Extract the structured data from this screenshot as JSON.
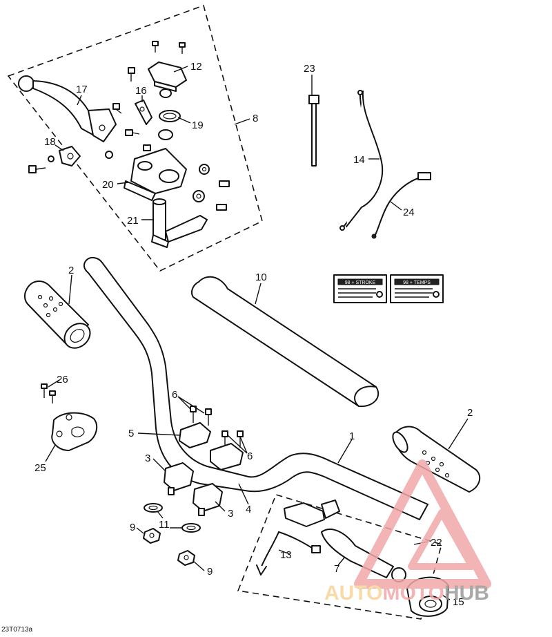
{
  "diagram": {
    "reference_code": "23T0713a",
    "callouts": {
      "c1": "1",
      "c2a": "2",
      "c2b": "2",
      "c3a": "3",
      "c3b": "3",
      "c4": "4",
      "c5": "5",
      "c6a": "6",
      "c6b": "6",
      "c7": "7",
      "c8": "8",
      "c9a": "9",
      "c9b": "9",
      "c10": "10",
      "c11": "11",
      "c12": "12",
      "c13": "13",
      "c14": "14",
      "c15": "15",
      "c16": "16",
      "c17": "17",
      "c18": "18",
      "c19": "19",
      "c20": "20",
      "c21": "21",
      "c22": "22",
      "c23": "23",
      "c24": "24",
      "c25": "25",
      "c26": "26"
    },
    "labels": {
      "left_title": "98 + STROKE",
      "right_title": "98 + TEMPS"
    }
  },
  "watermark": {
    "part1": "AUTO",
    "part2": "MOTO",
    "part3": "HUB",
    "color_primary": "#f0a8a8",
    "color_secondary": "#f6d49a",
    "color_dark": "#9a9a9a"
  }
}
